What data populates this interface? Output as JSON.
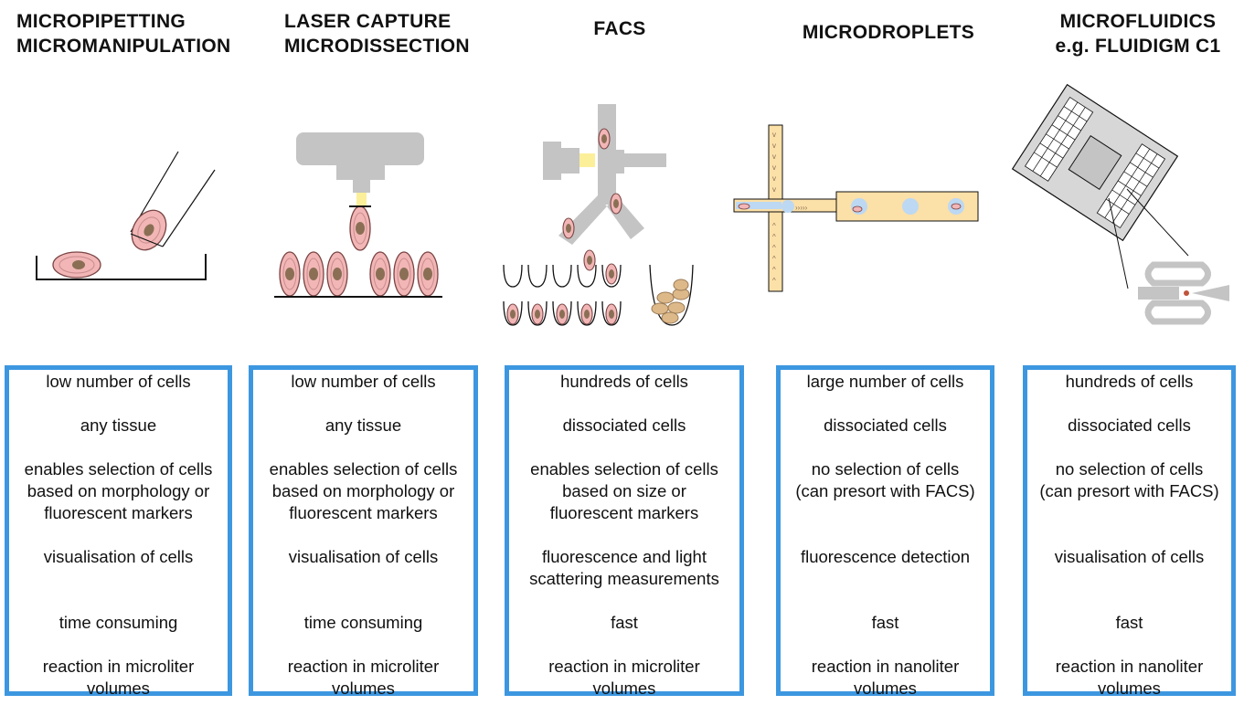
{
  "columns": [
    {
      "title": [
        "MICROPIPETTING",
        "MICROMANIPULATION"
      ],
      "rows": [
        [
          "low number of cells"
        ],
        [
          "any tissue"
        ],
        [
          "enables selection of cells",
          "based on morphology or",
          "fluorescent markers"
        ],
        [
          "visualisation of cells"
        ],
        [
          "time consuming"
        ],
        [
          "reaction in microliter",
          "volumes"
        ]
      ]
    },
    {
      "title": [
        "LASER CAPTURE",
        "MICRODISSECTION"
      ],
      "rows": [
        [
          "low number of cells"
        ],
        [
          "any tissue"
        ],
        [
          "enables selection of cells",
          "based on morphology or",
          "fluorescent markers"
        ],
        [
          "visualisation of cells"
        ],
        [
          "time consuming"
        ],
        [
          "reaction in microliter",
          "volumes"
        ]
      ]
    },
    {
      "title": [
        "FACS"
      ],
      "rows": [
        [
          "hundreds of cells"
        ],
        [
          "dissociated cells"
        ],
        [
          "enables selection of cells",
          "based on size or",
          "fluorescent markers"
        ],
        [
          "fluorescence and light",
          "scattering measurements"
        ],
        [
          "fast"
        ],
        [
          "reaction in microliter",
          "volumes"
        ]
      ]
    },
    {
      "title": [
        "MICRODROPLETS"
      ],
      "rows": [
        [
          "large number of cells"
        ],
        [
          "dissociated cells"
        ],
        [
          "no selection of cells",
          "(can presort with FACS)"
        ],
        [
          "fluorescence detection"
        ],
        [
          "fast"
        ],
        [
          "reaction in nanoliter",
          "volumes"
        ]
      ]
    },
    {
      "title": [
        "MICROFLUIDICS",
        "e.g. FLUIDIGM C1"
      ],
      "rows": [
        [
          "hundreds of cells"
        ],
        [
          "dissociated cells"
        ],
        [
          "no selection of cells",
          "(can presort with FACS)"
        ],
        [
          "visualisation of cells"
        ],
        [
          "fast"
        ],
        [
          "reaction in nanoliter",
          "volumes"
        ]
      ]
    }
  ],
  "colors": {
    "panel_border": "#3d97e0",
    "cell_fill": "#f2b6b6",
    "cell_nucleus": "#8a6f55",
    "instrument_gray": "#c4c4c4",
    "laser_yellow": "#fbef9a",
    "droplet_channel": "#fbe0a8",
    "droplet": "#bcd8f3"
  }
}
